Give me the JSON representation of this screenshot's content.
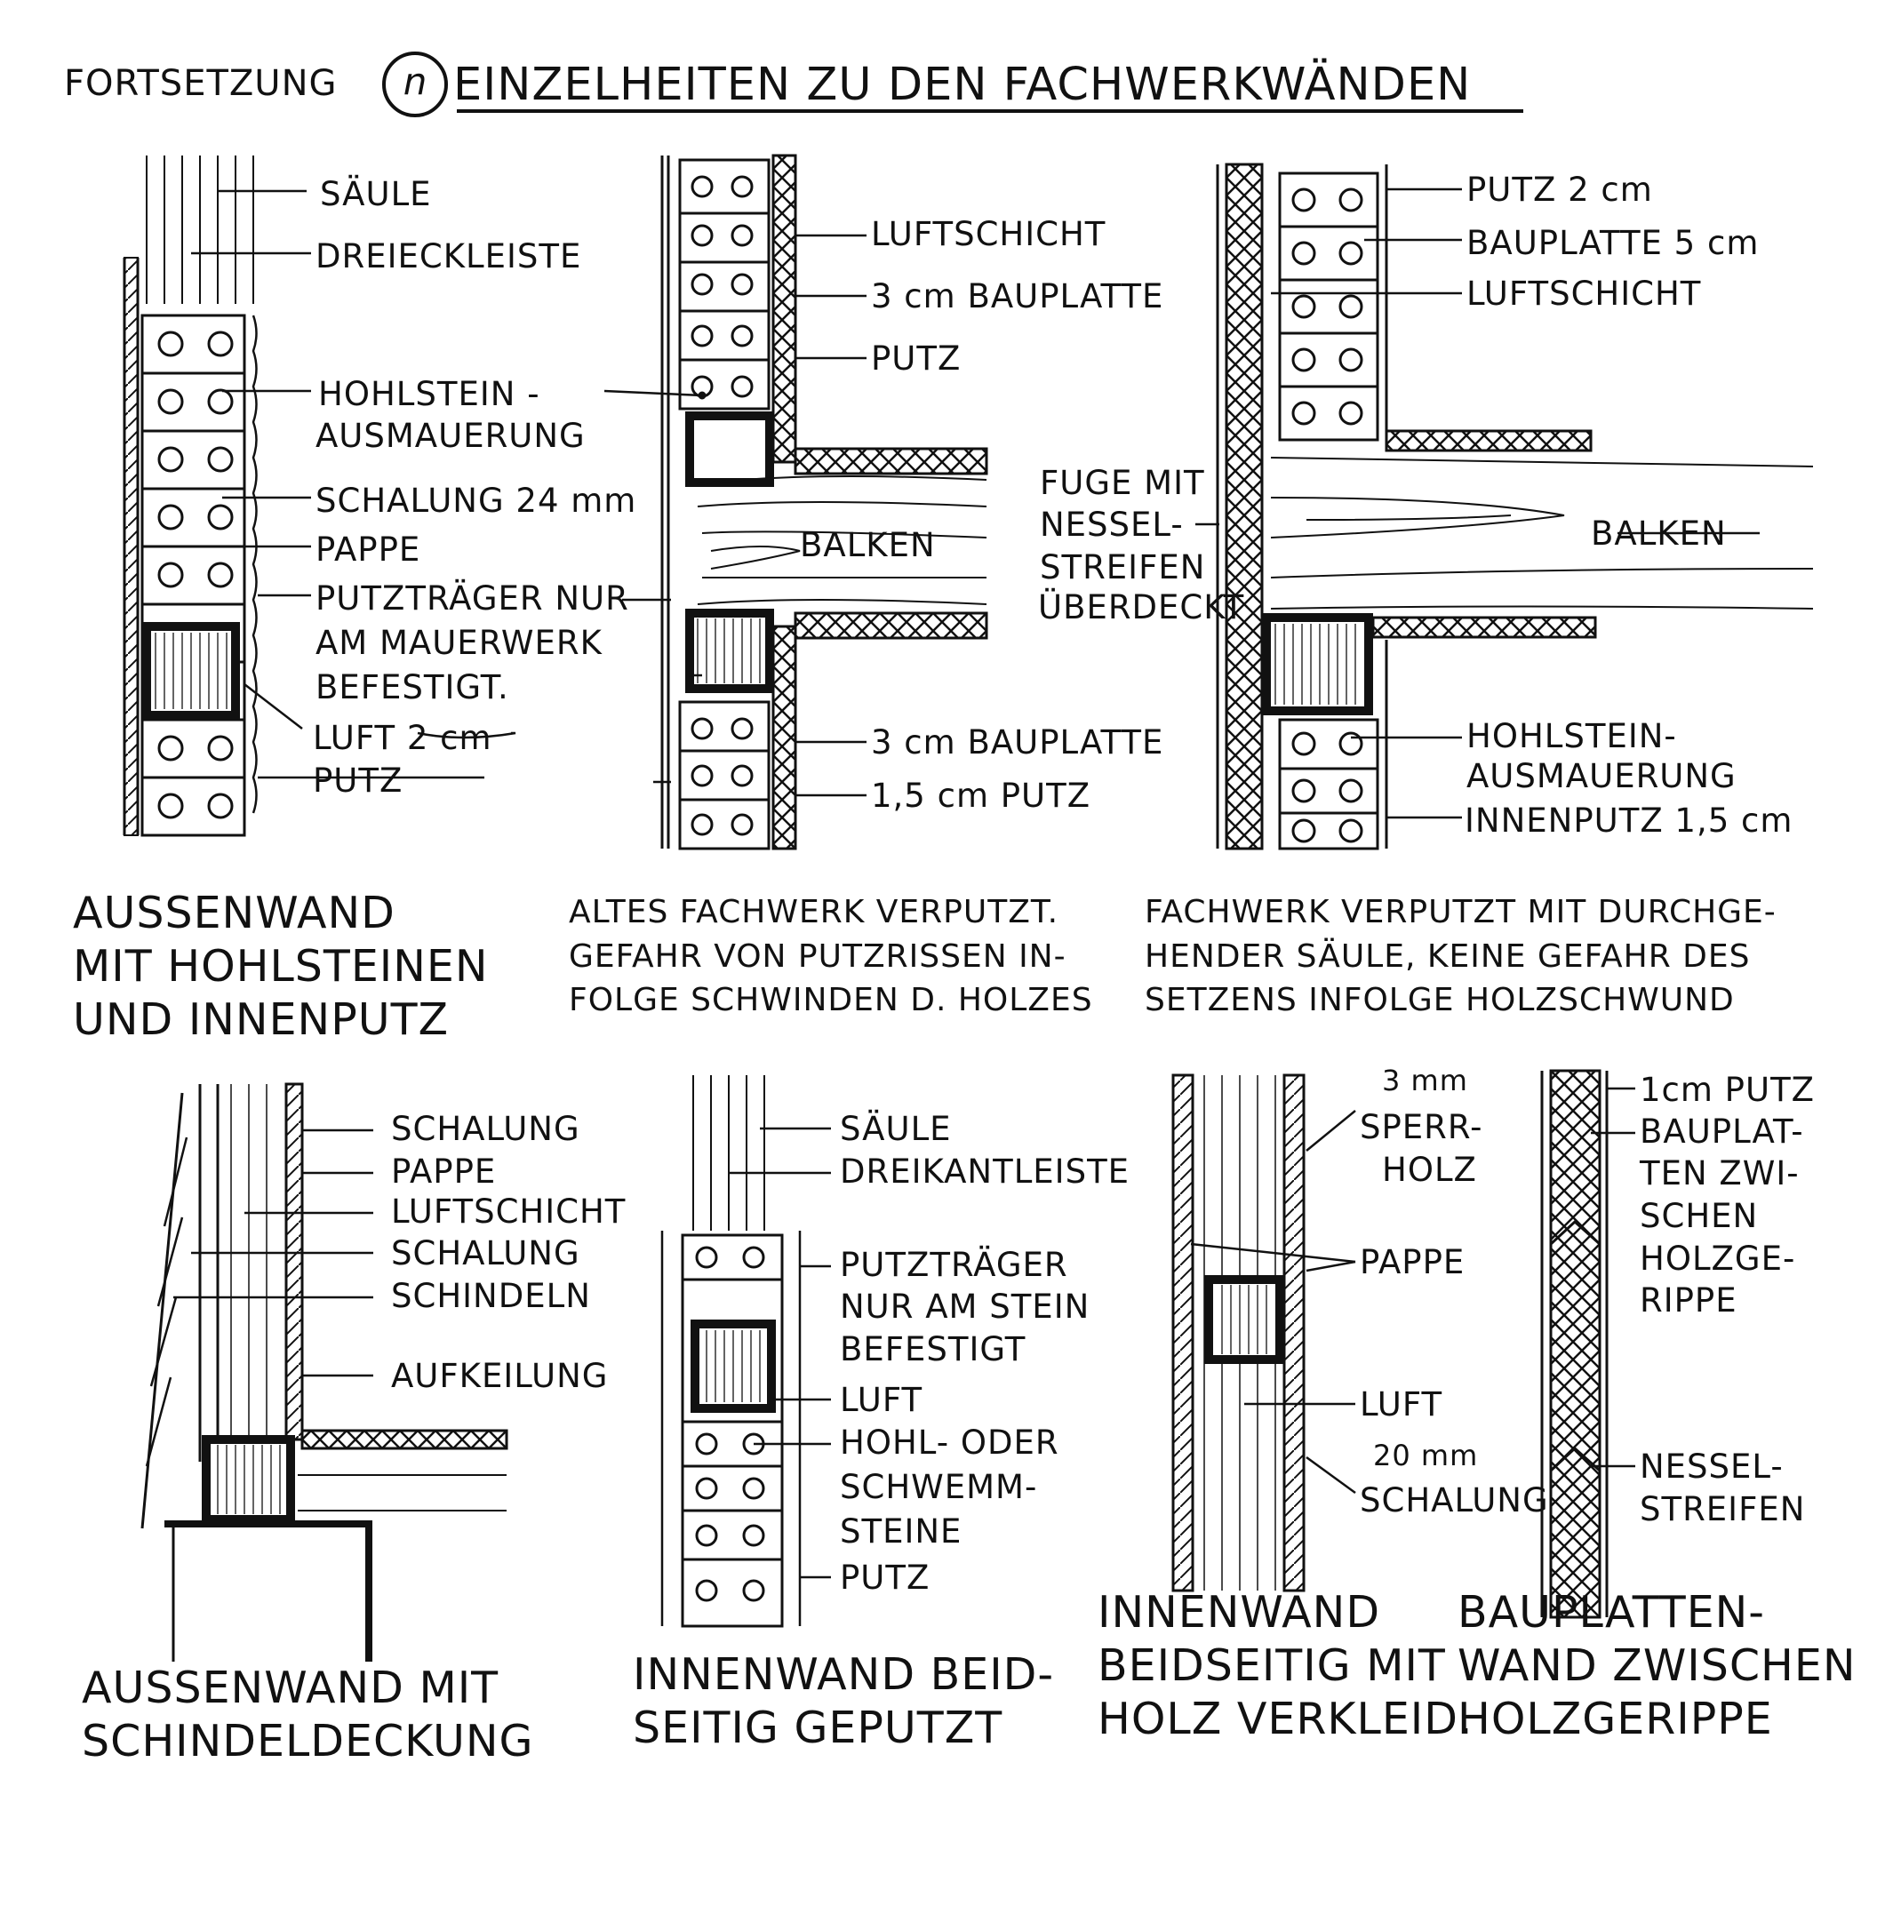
{
  "header": {
    "prefix": "FORTSETZUNG",
    "section_mark": "n",
    "title": "EINZELHEITEN ZU DEN FACHWERKWÄNDEN"
  },
  "d1": {
    "labels": [
      "SÄULE",
      "DREIECKLEISTE",
      "HOHLSTEIN -",
      "AUSMAUERUNG",
      "SCHALUNG 24 mm",
      "PAPPE",
      "PUTZTRÄGER NUR",
      "AM MAUERWERK",
      "BEFESTIGT.",
      "LUFT 2 cm",
      "PUTZ"
    ],
    "caption": [
      "AUSSENWAND",
      "MIT HOHLSTEINEN",
      "UND INNENPUTZ"
    ]
  },
  "d2": {
    "labels": [
      "LUFTSCHICHT",
      "3 cm BAUPLATTE",
      "PUTZ",
      "BALKEN",
      "3 cm BAUPLATTE",
      "1,5 cm PUTZ"
    ],
    "caption": [
      "ALTES FACHWERK VERPUTZT.",
      "GEFAHR VON PUTZRISSEN IN-",
      "FOLGE SCHWINDEN D. HOLZES"
    ]
  },
  "d3": {
    "labels": [
      "PUTZ 2 cm",
      "BAUPLATTE 5 cm",
      "LUFTSCHICHT",
      "FUGE MIT",
      "NESSEL-",
      "STREIFEN",
      "ÜBERDECKT",
      "BALKEN",
      "HOHLSTEIN-",
      "AUSMAUERUNG",
      "INNENPUTZ 1,5 cm"
    ],
    "caption": [
      "FACHWERK VERPUTZT MIT DURCHGE-",
      "HENDER SÄULE, KEINE GEFAHR DES",
      "SETZENS INFOLGE HOLZSCHWUND"
    ]
  },
  "d4": {
    "labels": [
      "SCHALUNG",
      "PAPPE",
      "LUFTSCHICHT",
      "SCHALUNG",
      "SCHINDELN",
      "AUFKEILUNG"
    ],
    "caption": [
      "AUSSENWAND MIT",
      "SCHINDELDECKUNG"
    ]
  },
  "d5": {
    "labels": [
      "SÄULE",
      "DREIKANTLEISTE",
      "PUTZTRÄGER",
      "NUR AM STEIN",
      "BEFESTIGT",
      "LUFT",
      "HOHL- ODER",
      "SCHWEMM-",
      "STEINE",
      "PUTZ"
    ],
    "caption": [
      "INNENWAND BEID-",
      "SEITIG GEPUTZT"
    ]
  },
  "d6": {
    "labels": [
      "3 mm",
      "SPERR-",
      "HOLZ",
      "PAPPE",
      "LUFT",
      "20 mm",
      "SCHALUNG"
    ],
    "caption": [
      "INNENWAND",
      "BEIDSEITIG MIT",
      "HOLZ VERKLEID."
    ]
  },
  "d7": {
    "labels": [
      "1cm PUTZ",
      "BAUPLAT-",
      "TEN ZWI-",
      "SCHEN",
      "HOLZGE-",
      "RIPPE",
      "NESSEL-",
      "STREIFEN"
    ],
    "caption": [
      "BAUPLATTEN-",
      "WAND ZWISCHEN",
      "HOLZGERIPPE"
    ]
  }
}
